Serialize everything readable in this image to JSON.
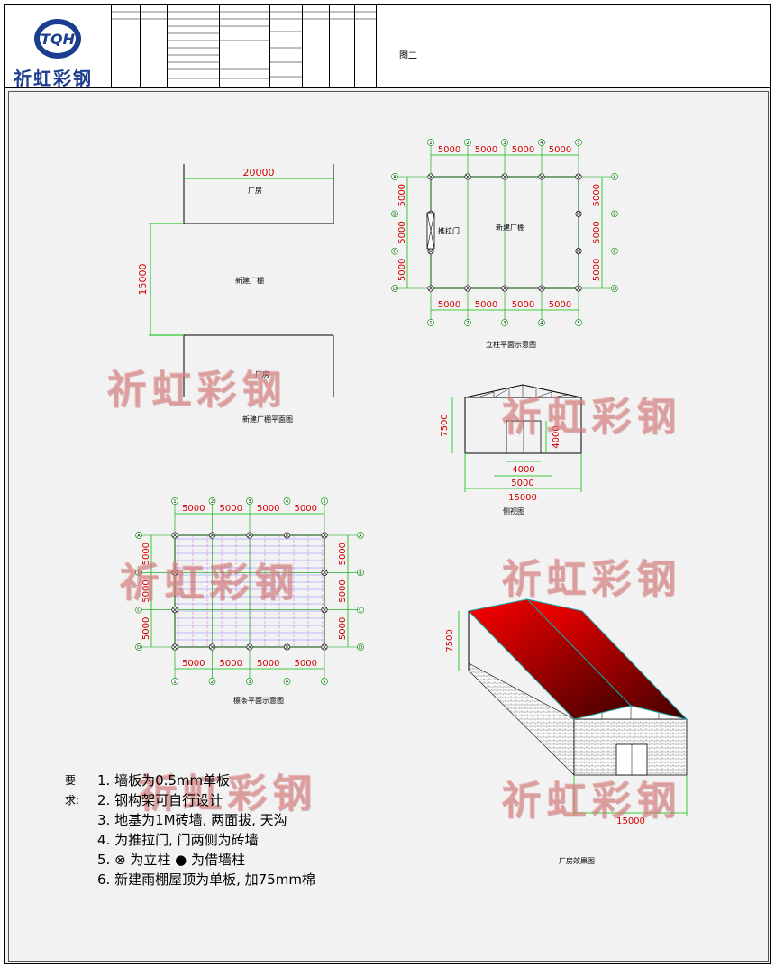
{
  "logo": {
    "text": "祈虹彩钢",
    "mark": "TQH"
  },
  "title_block": {
    "figure_no": "图二"
  },
  "drawings": {
    "plan_width": "20000",
    "plan_height": "15000",
    "plant_top": "厂房",
    "plant_bottom": "厂房",
    "new_shed": "新建厂棚",
    "plan_title": "新建厂棚平面图",
    "col_dim": "5000",
    "col_new_shed": "新建厂棚",
    "sliding_door": "推拉门",
    "col_title": "立柱平面示意图",
    "side_height": "7500",
    "side_door_h": "4000",
    "side_door_w": "4000",
    "side_inner": "5000",
    "side_total": "15000",
    "side_title": "侧视图",
    "purlin_title": "檩条平面示意图",
    "persp_height": "7500",
    "persp_width": "15000",
    "persp_title": "厂房效果图",
    "axes_num": [
      "1",
      "2",
      "3",
      "4",
      "5"
    ],
    "axes_let": [
      "A",
      "B",
      "C",
      "D"
    ]
  },
  "requirements": {
    "label": "要求:",
    "items": [
      "1. 墙板为0.5mm单板",
      "2. 钢构架可自行设计",
      "3. 地基为1M砖墙, 两面拔, 天沟",
      "4.    为推拉门, 门两侧为砖墙",
      "5.  ⊗ 为立柱  ● 为借墙柱",
      "6. 新建雨棚屋顶为单板, 加75mm棉"
    ]
  },
  "watermark": "祈虹彩钢",
  "colors": {
    "dim": "#00c000",
    "dimtext": "#d00000",
    "axis": "#00a000",
    "roof": "#c00000"
  }
}
